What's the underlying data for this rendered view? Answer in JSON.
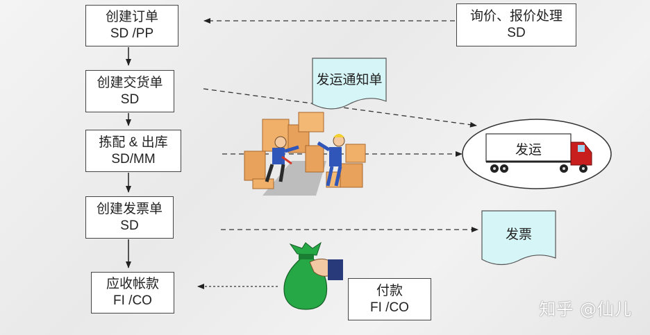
{
  "process_steps": [
    {
      "line1": "创建订单",
      "line2": "SD /PP"
    },
    {
      "line1": "创建交货单",
      "line2": "SD"
    },
    {
      "line1": "拣配 & 出库",
      "line2": "SD/MM"
    },
    {
      "line1": "创建发票单",
      "line2": "SD"
    },
    {
      "line1": "应收帐款",
      "line2": "FI /CO"
    }
  ],
  "side_boxes": {
    "inquiry": {
      "line1": "询价、报价处理",
      "line2": "SD"
    },
    "payment": {
      "line1": "付款",
      "line2": "FI /CO"
    }
  },
  "documents": {
    "delivery_notice": "发运通知单",
    "invoice": "发票"
  },
  "shipping": {
    "truck_label": "发运"
  },
  "watermark": "知乎 @仙儿",
  "colors": {
    "doc_fill": "#d6f5f6",
    "box_color": "#e8a868",
    "bag_green": "#1f9a3a"
  }
}
